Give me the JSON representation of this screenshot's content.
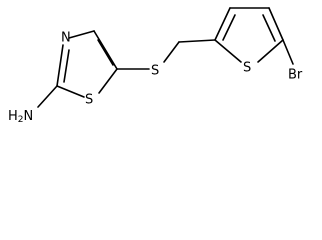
{
  "atoms": {
    "amine": {
      "main": "H",
      "sub": "2",
      "tail": "N"
    },
    "thiazole_n": "N",
    "thiazole_s": "S",
    "thioether_s": "S",
    "thiophene_s": "S",
    "bromine": "Br"
  }
}
